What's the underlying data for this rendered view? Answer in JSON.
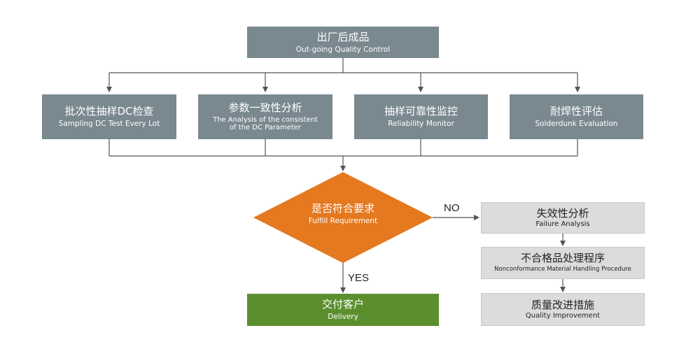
{
  "top": {
    "zh": "出厂后成品",
    "en": "Out-going Quality Control"
  },
  "checks": [
    {
      "zh": "批次性抽样DC检查",
      "en": "Sampling DC Test Every Lot"
    },
    {
      "zh": "参数一致性分析",
      "en": "The Analysis of the consistent\nof the DC Parameter"
    },
    {
      "zh": "抽样可靠性监控",
      "en": "Reliability Monitor"
    },
    {
      "zh": "耐焊性评估",
      "en": "Solderdunk Evaluation"
    }
  ],
  "decision": {
    "zh": "是否符合要求",
    "en": "Fulfill Requirement"
  },
  "labels": {
    "no": "NO",
    "yes": "YES"
  },
  "delivery": {
    "zh": "交付客户",
    "en": "Delivery"
  },
  "right": [
    {
      "zh": "失效性分析",
      "en": "Failure Analysis"
    },
    {
      "zh": "不合格品处理程序",
      "en": "Nonconformance Material Handling Procedure"
    },
    {
      "zh": "质量改进措施",
      "en": "Quality Improvement"
    }
  ],
  "colors": {
    "gray_box": "#7a8890",
    "diamond": "#e47920",
    "delivery": "#5b8f2e",
    "light_box": "#dcdcdc",
    "line": "#555555"
  }
}
